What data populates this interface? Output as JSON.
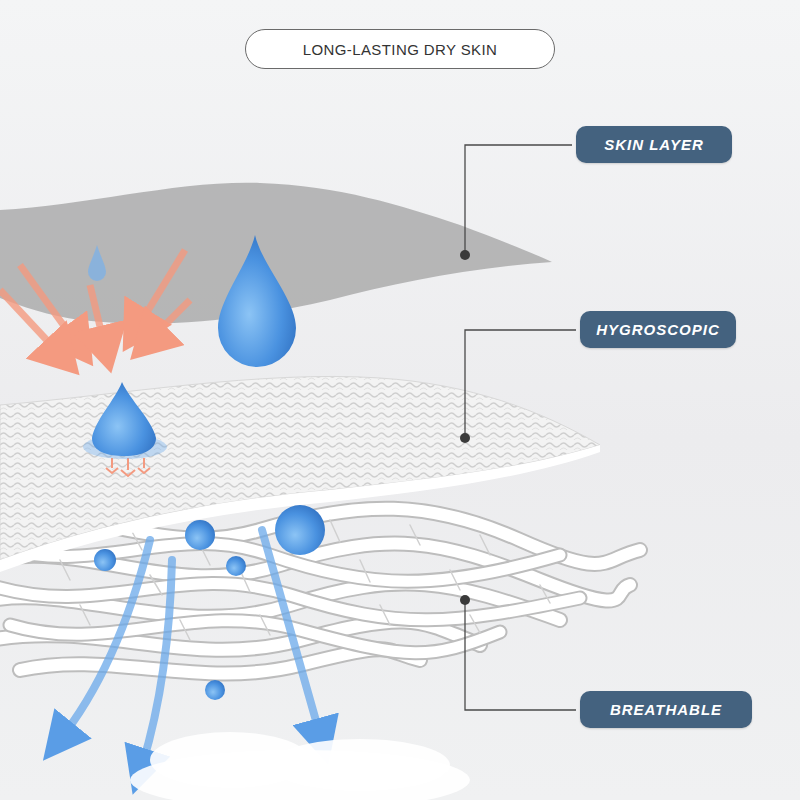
{
  "diagram": {
    "title": "LONG-LASTING DRY SKIN",
    "nodes": [
      {
        "text": [
          "SKIN LAYER"
        ]
      },
      {
        "text": [
          "HYGROSCOPIC"
        ]
      },
      {
        "text": [
          "BREATHABLE"
        ]
      }
    ]
  }
}
